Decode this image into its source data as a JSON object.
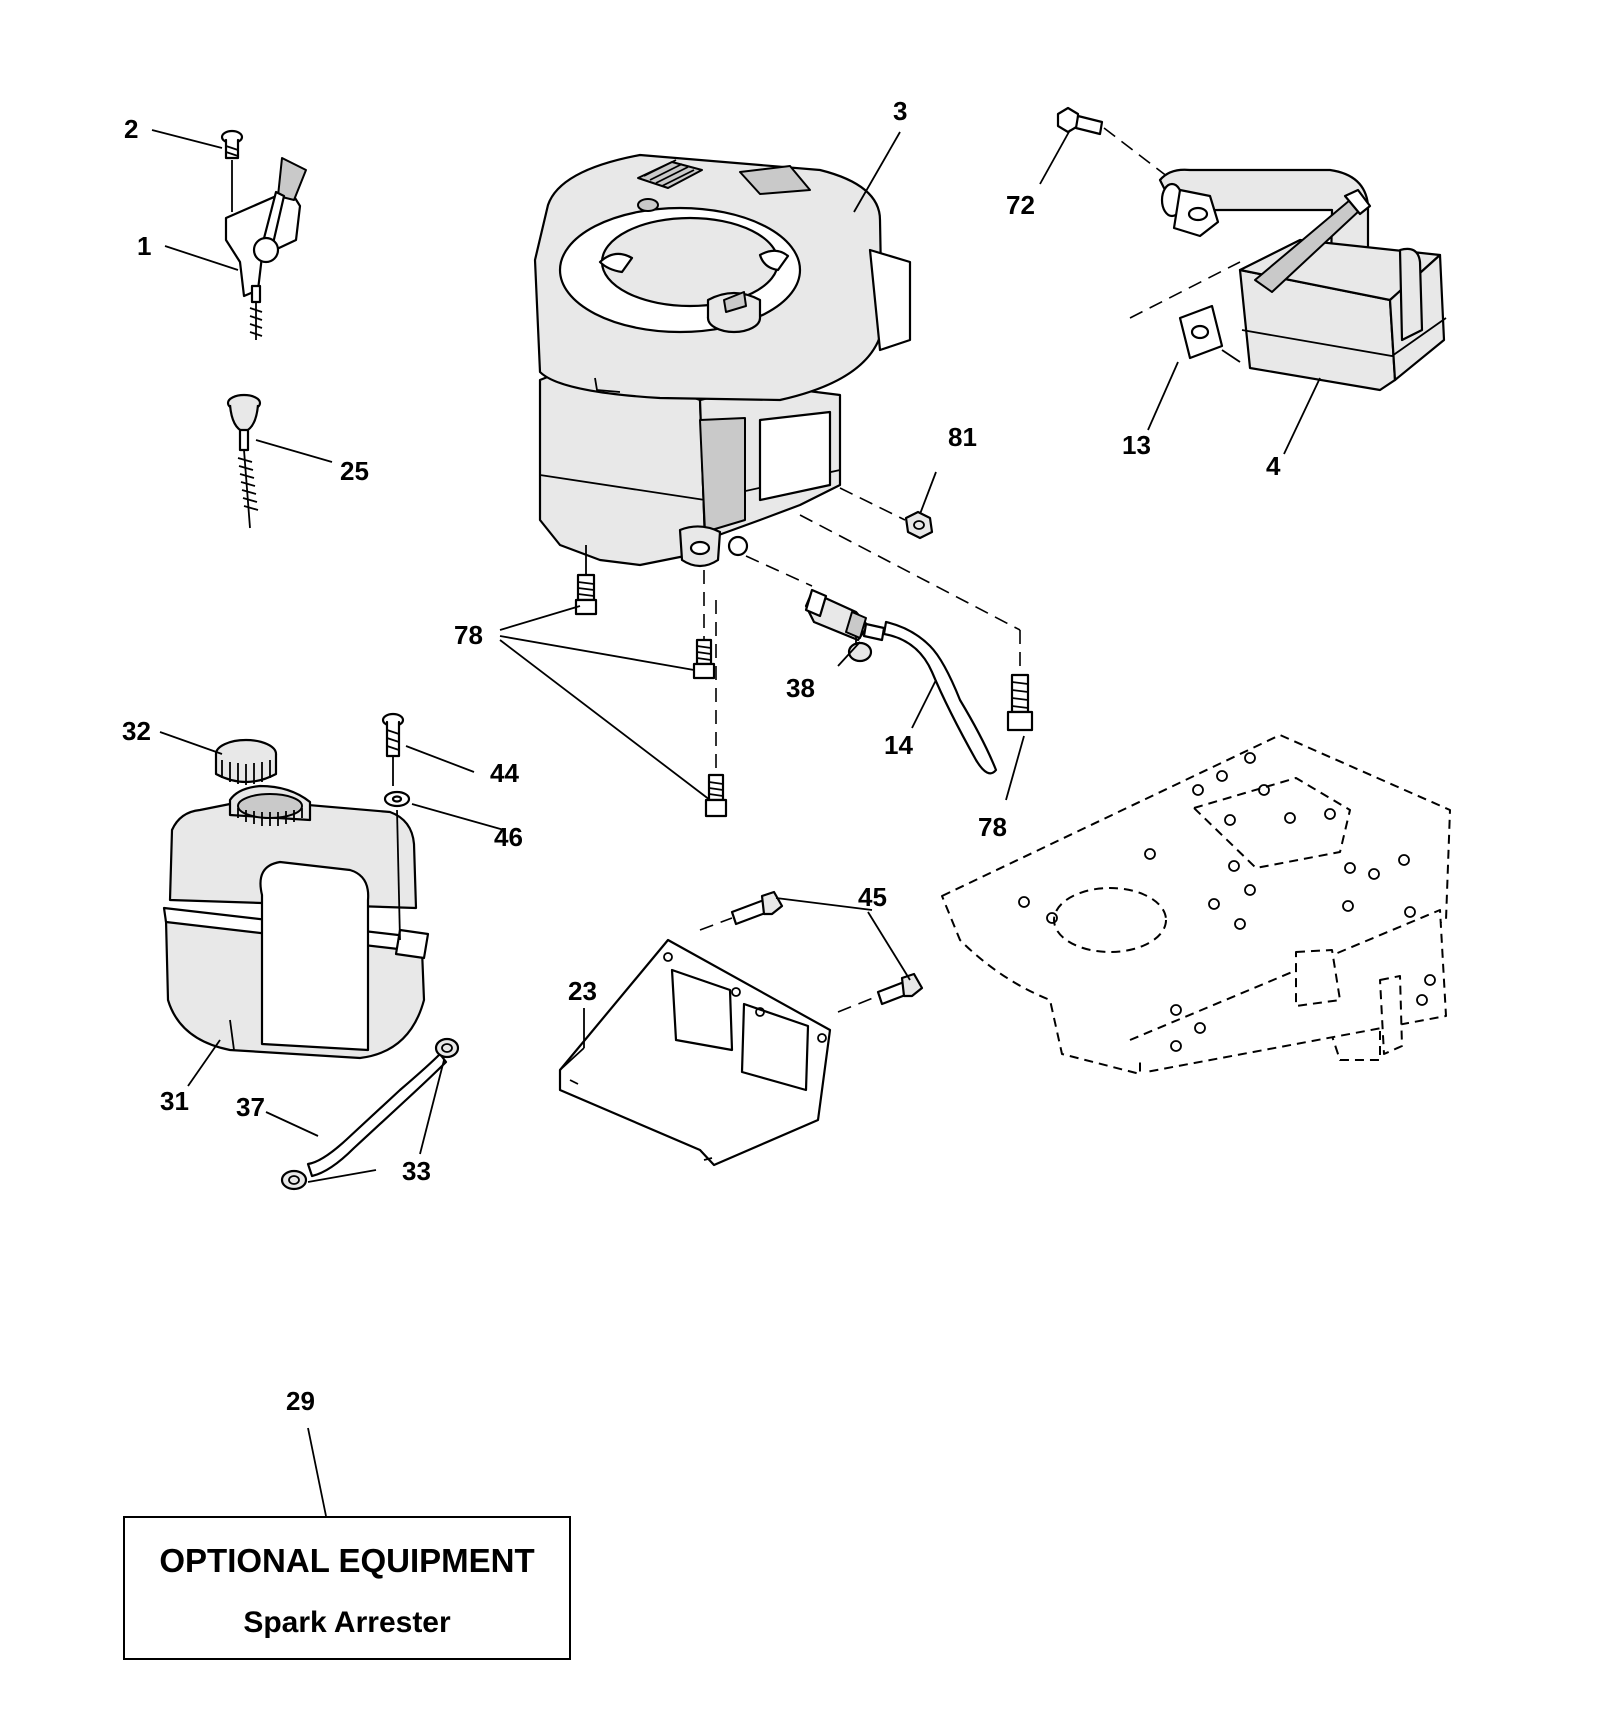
{
  "callouts": {
    "c1": "1",
    "c2": "2",
    "c3": "3",
    "c4": "4",
    "c13": "13",
    "c14": "14",
    "c23": "23",
    "c25": "25",
    "c29": "29",
    "c31": "31",
    "c32": "32",
    "c33": "33",
    "c37": "37",
    "c38": "38",
    "c44": "44",
    "c45": "45",
    "c46": "46",
    "c72": "72",
    "c78a": "78",
    "c78b": "78",
    "c81": "81"
  },
  "optional_box": {
    "title": "OPTIONAL EQUIPMENT",
    "subtitle": "Spark Arrester"
  }
}
